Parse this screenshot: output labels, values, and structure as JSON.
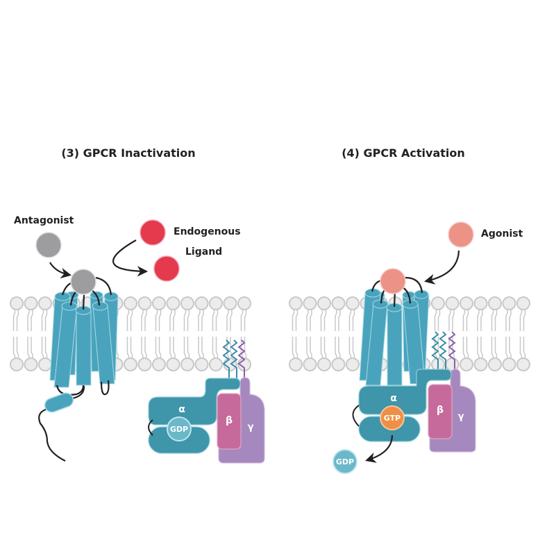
{
  "panels": [
    {
      "title": "(3) GPCR Inactivation",
      "labels": {
        "antagonist": "Antagonist",
        "endogenous_line1": "Endogenous",
        "endogenous_line2": "Ligand",
        "alpha": "α",
        "beta": "β",
        "gamma": "γ",
        "nucleotide": "GDP"
      }
    },
    {
      "title": "(4) GPCR Activation",
      "labels": {
        "agonist": "Agonist",
        "alpha": "α",
        "beta": "β",
        "gamma": "γ",
        "nucleotide": "GTP",
        "released": "GDP"
      }
    }
  ],
  "colors": {
    "receptor": "#4aa3bd",
    "receptor_edge": "#a9dbe6",
    "g_alpha": "#3f95a9",
    "g_beta": "#c56a9b",
    "g_gamma": "#a588bd",
    "antagonist": "#9d9d9f",
    "endogenous_ligand": "#e5394e",
    "agonist": "#ec9287",
    "gtp": "#ef8f45",
    "gdp": "#6bb8c9",
    "lipid": "#c8c8c8",
    "lipid_fill": "#ececed",
    "text": "#231f20"
  }
}
